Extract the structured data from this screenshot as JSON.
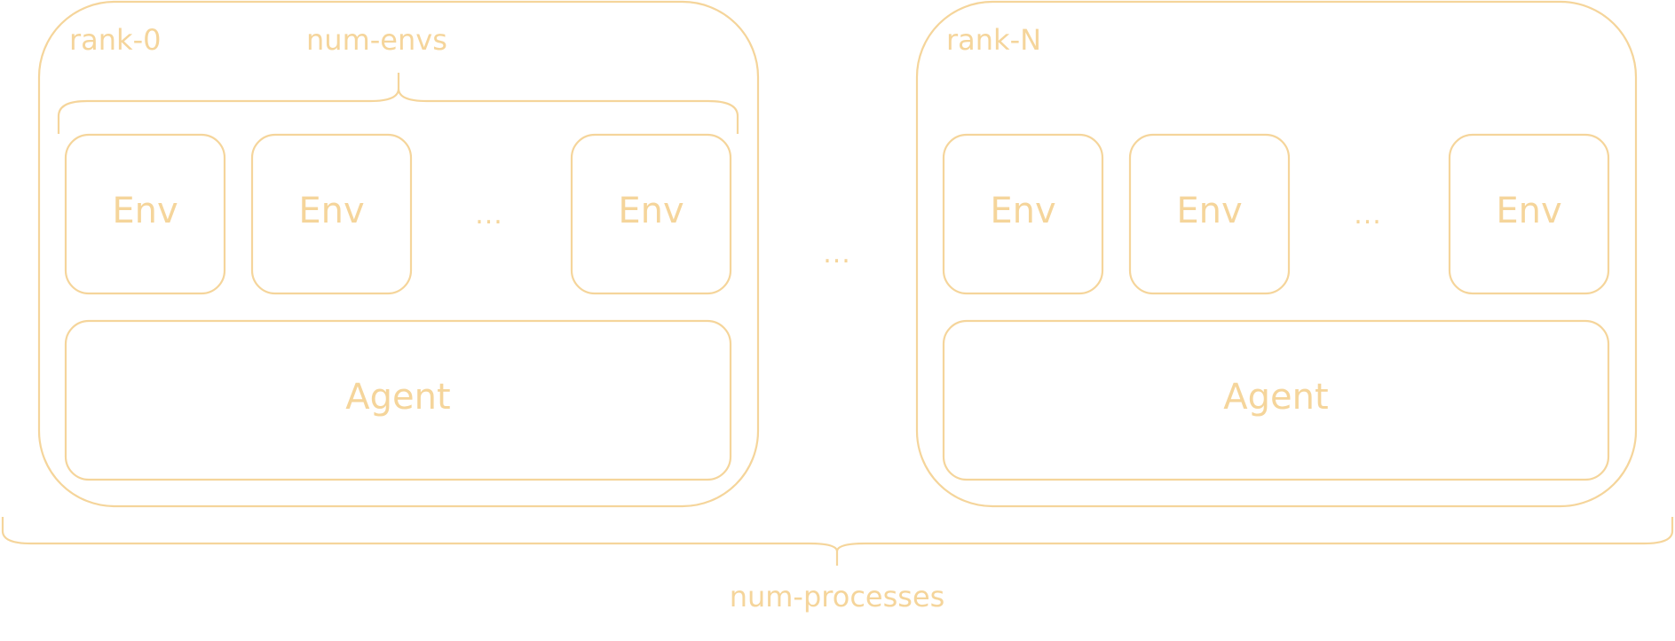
{
  "colors": {
    "accent": "#f5d59b",
    "background": "#ffffff"
  },
  "ranks": [
    {
      "label": "rank-0",
      "envs": [
        "Env",
        "Env",
        "Env"
      ],
      "ellipsis": "...",
      "agent": "Agent",
      "envs_brace_label": "num-envs"
    },
    {
      "label": "rank-N",
      "envs": [
        "Env",
        "Env",
        "Env"
      ],
      "ellipsis": "...",
      "agent": "Agent"
    }
  ],
  "between_ranks_ellipsis": "...",
  "processes_brace_label": "num-processes"
}
